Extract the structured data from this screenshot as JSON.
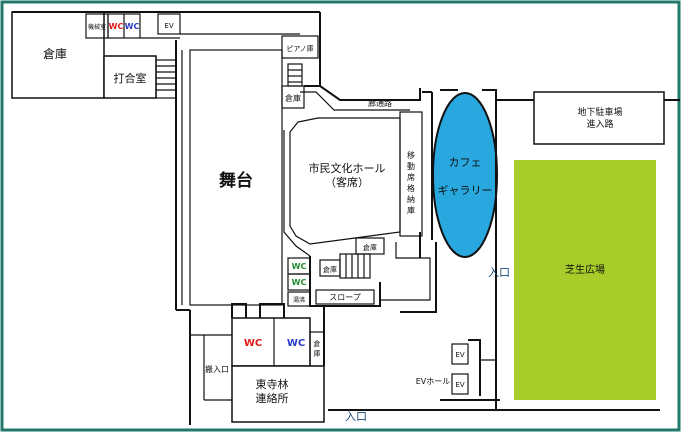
{
  "labels": {
    "storage_top_left": "倉庫",
    "machine_room": "機械室",
    "wc_red_top": "WC",
    "wc_blue_top": "WC",
    "ev_top": "EV",
    "piano_storage": "ピアノ庫",
    "meeting_room": "打合室",
    "storage_stage_side": "倉庫",
    "corridor": "廊通路",
    "stage": "舞台",
    "hall_name": "市民文化ホール",
    "hall_sub": "（客席）",
    "seat_storage": "移動席格納庫",
    "cafe": "カフェ",
    "gallery": "ギャラリー",
    "parking_ramp_1": "地下駐車場",
    "parking_ramp_2": "進入路",
    "lawn": "芝生広場",
    "entrance_right": "入口",
    "entrance_bottom": "入口",
    "side_entrance": "搬入口",
    "storage_middle": "倉庫",
    "storage_small": "倉庫",
    "wc_green_1": "WC",
    "wc_green_2": "WC",
    "hot_water": "湯沸",
    "slope": "スロープ",
    "wc_red_bottom": "WC",
    "wc_blue_bottom": "WC",
    "storage_bottom": "倉庫",
    "ev_1": "EV",
    "ev_2": "EV",
    "ev_hall": "EVホール",
    "office_line1": "東寺林",
    "office_line2": "連絡所"
  },
  "colors": {
    "frame": "#1f7a6b",
    "cafe_fill": "#29a8e0",
    "lawn_fill": "#a8cc2a",
    "wc_red": "#e01818",
    "wc_blue": "#2a3cc8",
    "wc_green": "#1e8a2a",
    "entrance_text": "#1a4a7a"
  }
}
